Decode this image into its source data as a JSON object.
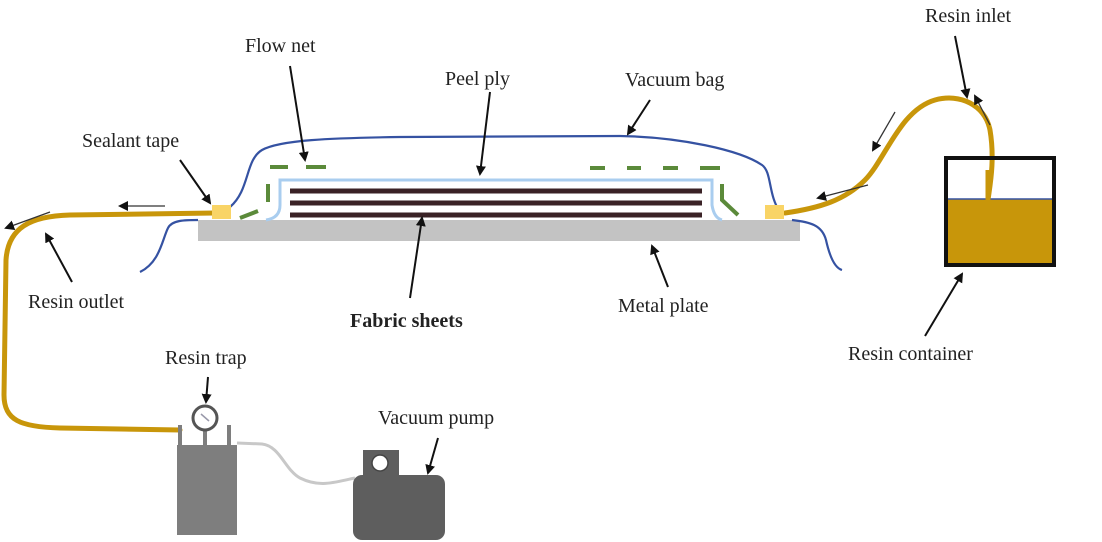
{
  "labels": {
    "resin_inlet": "Resin inlet",
    "flow_net": "Flow net",
    "peel_ply": "Peel ply",
    "vacuum_bag": "Vacuum bag",
    "sealant_tape": "Sealant tape",
    "resin_outlet": "Resin outlet",
    "fabric_sheets": "Fabric sheets",
    "metal_plate": "Metal plate",
    "resin_container": "Resin container",
    "resin_trap": "Resin trap",
    "vacuum_pump": "Vacuum pump"
  },
  "colors": {
    "resin": "#c8960a",
    "vacuum_bag": "#3552a2",
    "peel_ply": "#a9cdef",
    "flow_net": "#5b8a3a",
    "fabric": "#3a2226",
    "metal_plate": "#c3c3c3",
    "sealant": "#f9d466",
    "equipment": "#7e7e7e",
    "pump": "#5e5e5e"
  }
}
